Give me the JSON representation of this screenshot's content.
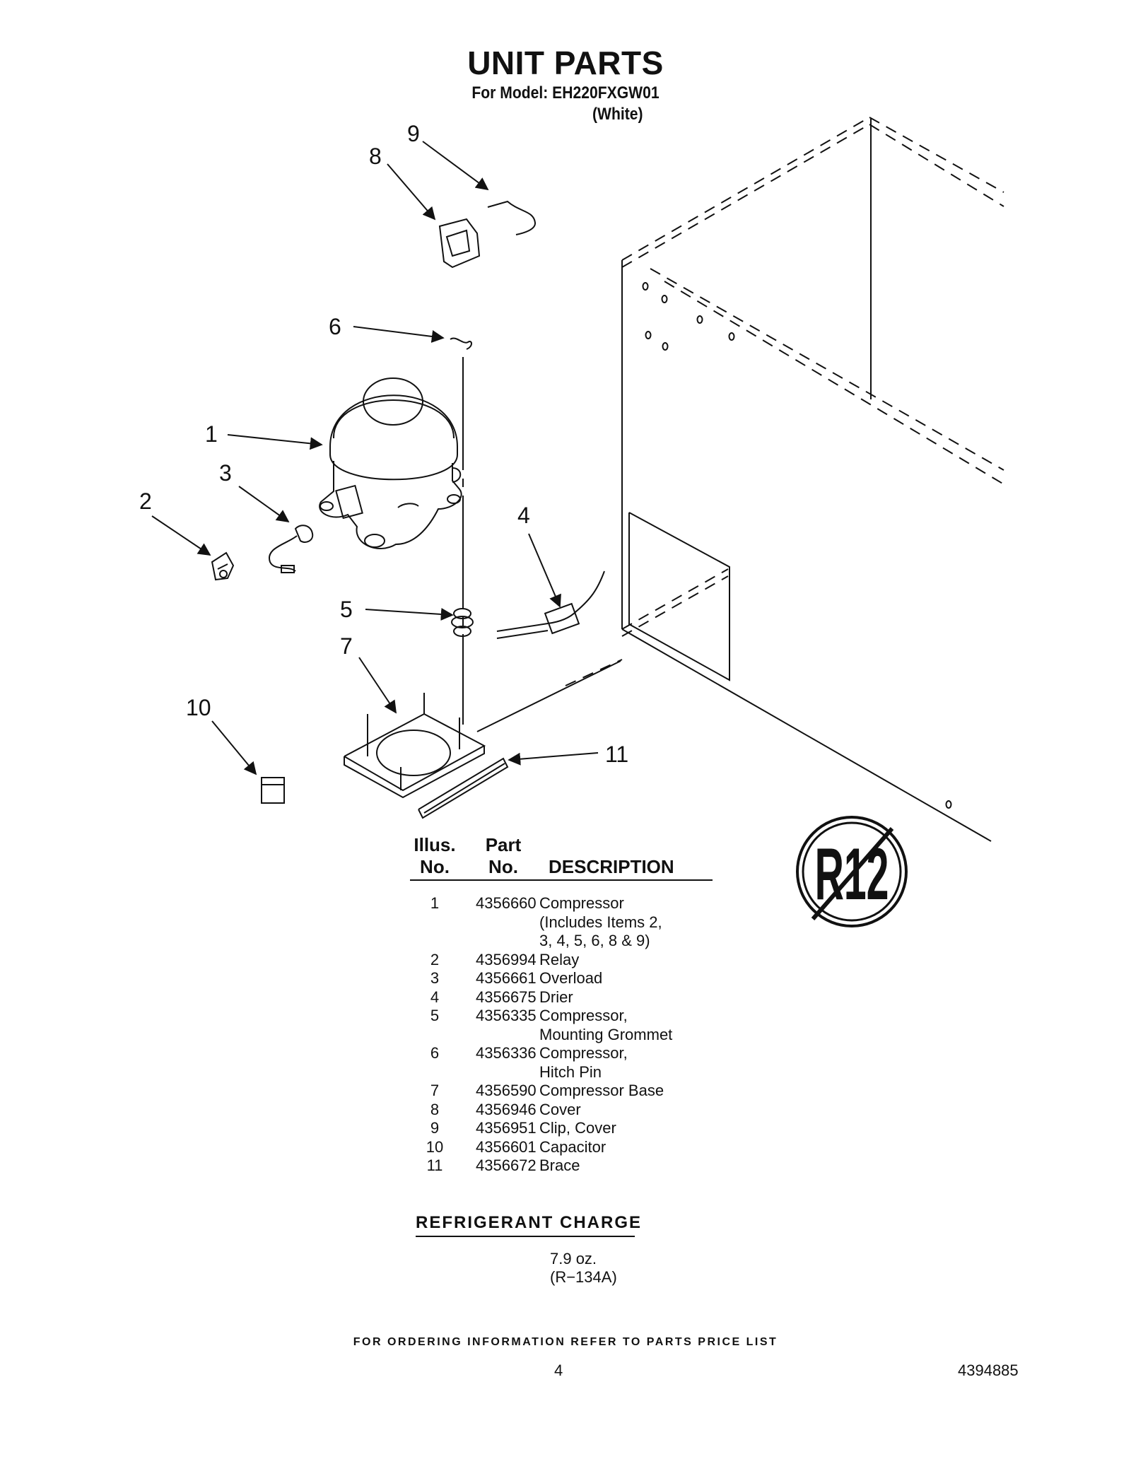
{
  "title": "UNIT PARTS",
  "model_line": "For Model: EH220FXGW01",
  "color_line": "(White)",
  "callouts": [
    "1",
    "2",
    "3",
    "4",
    "5",
    "6",
    "7",
    "8",
    "9",
    "10",
    "11"
  ],
  "r12_symbol_text": "R12",
  "table": {
    "header_illus_1": "Illus.",
    "header_illus_2": "No.",
    "header_part_1": "Part",
    "header_part_2": "No.",
    "header_desc": "DESCRIPTION",
    "rows": [
      {
        "num": "1",
        "part": "4356660",
        "desc": [
          "Compressor",
          "(Includes Items 2,",
          "3, 4, 5, 6, 8 & 9)"
        ]
      },
      {
        "num": "2",
        "part": "4356994",
        "desc": [
          "Relay"
        ]
      },
      {
        "num": "3",
        "part": "4356661",
        "desc": [
          "Overload"
        ]
      },
      {
        "num": "4",
        "part": "4356675",
        "desc": [
          "Drier"
        ]
      },
      {
        "num": "5",
        "part": "4356335",
        "desc": [
          "Compressor,",
          "Mounting Grommet"
        ]
      },
      {
        "num": "6",
        "part": "4356336",
        "desc": [
          "Compressor,",
          "Hitch Pin"
        ]
      },
      {
        "num": "7",
        "part": "4356590",
        "desc": [
          "Compressor Base"
        ]
      },
      {
        "num": "8",
        "part": "4356946",
        "desc": [
          "Cover"
        ]
      },
      {
        "num": "9",
        "part": "4356951",
        "desc": [
          "Clip, Cover"
        ]
      },
      {
        "num": "10",
        "part": "4356601",
        "desc": [
          "Capacitor"
        ]
      },
      {
        "num": "11",
        "part": "4356672",
        "desc": [
          "Brace"
        ]
      }
    ]
  },
  "refrigerant": {
    "title": "REFRIGERANT CHARGE",
    "amount": "7.9 oz.",
    "type": "(R−134A)"
  },
  "footer": "FOR ORDERING INFORMATION REFER TO PARTS PRICE LIST",
  "page_number": "4",
  "document_number": "4394885"
}
